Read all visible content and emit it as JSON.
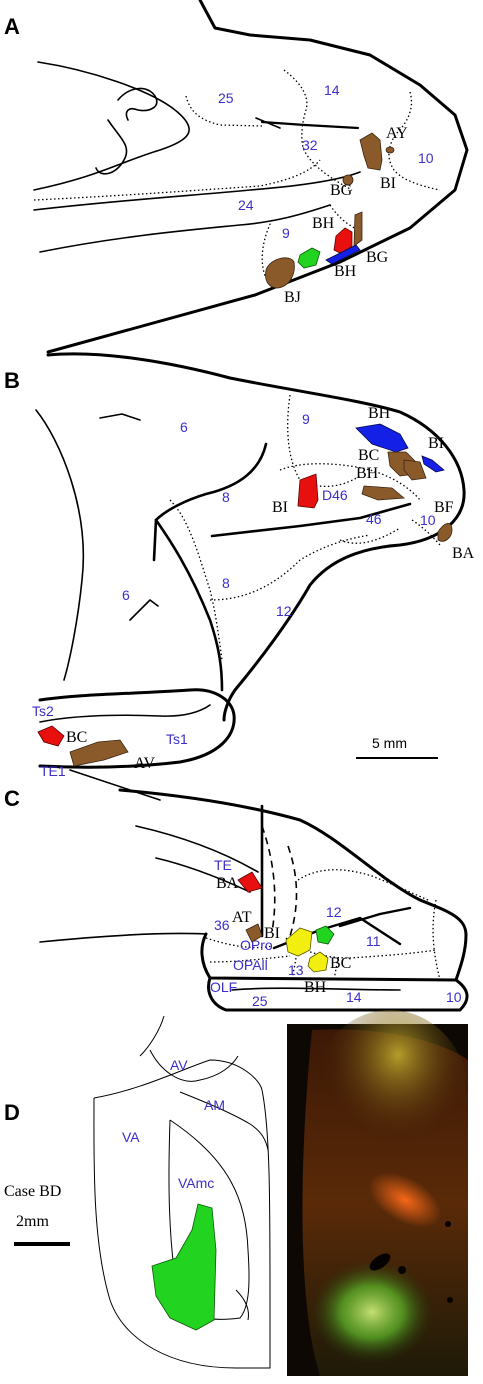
{
  "panels": {
    "A": {
      "letter": "A",
      "areas": [
        "25",
        "14",
        "32",
        "10",
        "24",
        "9"
      ],
      "labels": [
        "AY",
        "BG",
        "BI",
        "BH",
        "BG",
        "BH",
        "BJ"
      ]
    },
    "B": {
      "letter": "B",
      "areas": [
        "6",
        "9",
        "8",
        "D46",
        "46",
        "10",
        "6",
        "8",
        "12",
        "Ts2",
        "Ts1",
        "TE1"
      ],
      "labels": [
        "BH",
        "BI",
        "BC",
        "BH",
        "BI",
        "BF",
        "BA",
        "BC",
        "AV"
      ],
      "scalebar": "5 mm"
    },
    "C": {
      "letter": "C",
      "areas": [
        "TE",
        "36",
        "12",
        "OPro",
        "OPAll",
        "11",
        "13",
        "OLF",
        "25",
        "14",
        "10"
      ],
      "labels": [
        "BA",
        "AT",
        "BI",
        "BC",
        "BH"
      ]
    },
    "D": {
      "letter": "D",
      "areas": [
        "AV",
        "AM",
        "VA",
        "VAmc"
      ],
      "case_label": "Case BD",
      "scalebar": "2mm"
    }
  },
  "colors": {
    "area_text": "#3b2fc9",
    "brown": "#8b5a2b",
    "red": "#e8100e",
    "green": "#22d31f",
    "blue": "#1420e6",
    "yellow": "#f2ee10"
  }
}
